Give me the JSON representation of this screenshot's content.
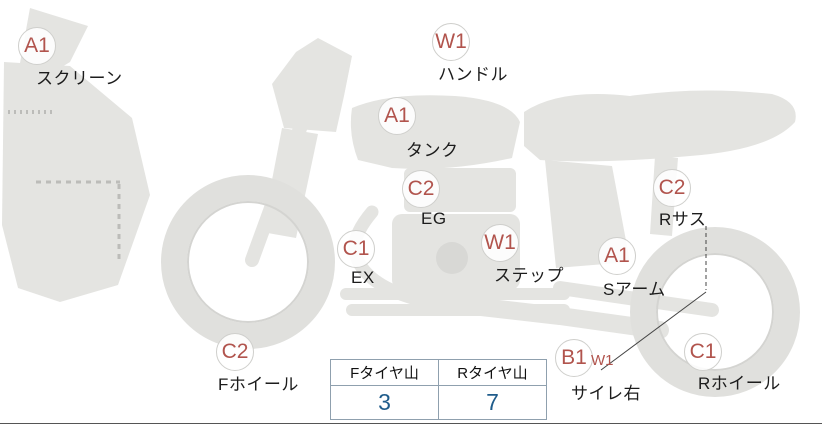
{
  "diagram": {
    "markers": [
      {
        "code": "A1",
        "label": "スクリーン"
      },
      {
        "code": "W1",
        "label": "ハンドル"
      },
      {
        "code": "A1",
        "label": "タンク"
      },
      {
        "code": "C2",
        "label": "EG"
      },
      {
        "code": "C1",
        "label": "EX"
      },
      {
        "code": "W1",
        "label": "ステップ"
      },
      {
        "code": "A1",
        "label": "Sアーム"
      },
      {
        "code": "C2",
        "label": "Rサス"
      },
      {
        "code": "C2",
        "label": "Fホイール"
      },
      {
        "code": "B1",
        "secondary_code": "W1",
        "label": "サイレ右"
      },
      {
        "code": "C1",
        "label": "Rホイール"
      }
    ]
  },
  "tire_table": {
    "columns": [
      {
        "header": "Fタイヤ山",
        "value": "3"
      },
      {
        "header": "Rタイヤ山",
        "value": "7"
      }
    ]
  },
  "colors": {
    "marker_text": "#b1544d",
    "value_text": "#1f5c8b",
    "bike_fill": "#e4e4e1"
  }
}
